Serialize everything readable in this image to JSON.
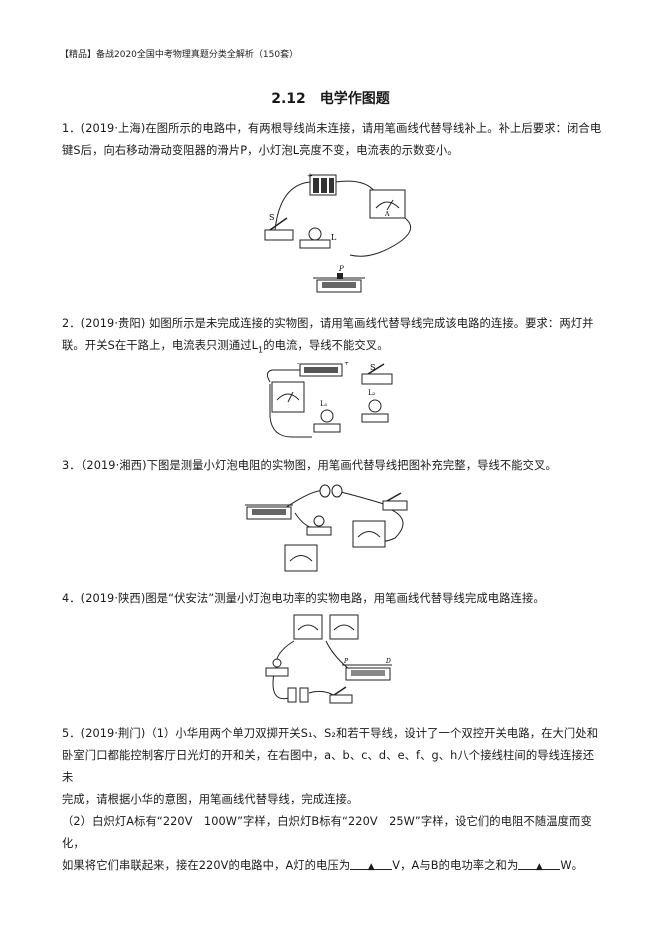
{
  "header": {
    "text": "【精品】备战2020全国中考物理真题分类全解析（150套）"
  },
  "section_title": "2.12　电学作图题",
  "q1": {
    "line1": "1．(2019·上海)在图所示的电路中，有两根导线尚未连接，请用笔画线代替导线补上。补上后要求：闭合电",
    "line2": "键S后，向右移动滑动变阻器的滑片P，小灯泡L亮度不变，电流表的示数变小。",
    "fig_labels": {
      "switch": "S",
      "lamp": "L",
      "slider": "P",
      "plus": "+",
      "ammeter": "A"
    }
  },
  "q2": {
    "line1": "2．(2019·贵阳) 如图所示是未完成连接的实物图，请用笔画线代替导线完成该电路的连接。要求：两灯并",
    "line2_a": "联。开关S在干路上，电流表只测通过L",
    "line2_sub": "1",
    "line2_b": "的电流，导线不能交叉。",
    "fig_labels": {
      "switch": "S",
      "lamp1": "L₁",
      "lamp2": "L₂",
      "minus": "-",
      "plus": "+"
    }
  },
  "q3": {
    "line1": "3．（2019·湘西)下图是测量小灯泡电阻的实物图，用笔画代替导线把图补充完整，导线不能交叉。"
  },
  "q4": {
    "line1": "4．(2019·陕西)图是“伏安法”测量小灯泡电功率的实物电路，用笔画线代替导线完成电路连接。",
    "fig_labels": {
      "p": "P",
      "d": "D"
    }
  },
  "q5": {
    "line1": "5．(2019·荆门)（1）小华用两个单刀双掷开关S₁、S₂和若干导线，设计了一个双控开关电路，在大门处和",
    "line2": "卧室门口都能控制客厅日光灯的开和关，在右图中，a、b、c、d、e、f、g、h八个接线柱间的导线连接还未",
    "line3": "完成，请根据小华的意图，用笔画线代替导线，完成连接。",
    "line4": "（2）白炽灯A标有“220V　100W”字样，白炽灯B标有“220V　25W”字样，设它们的电阻不随温度而变化，",
    "line5_a": "如果将它们串联起来，接在220V的电路中，A灯的电压为",
    "line5_b": "V，A与B的电功率之和为",
    "line5_c": "W。",
    "blank_mark": "▲"
  }
}
